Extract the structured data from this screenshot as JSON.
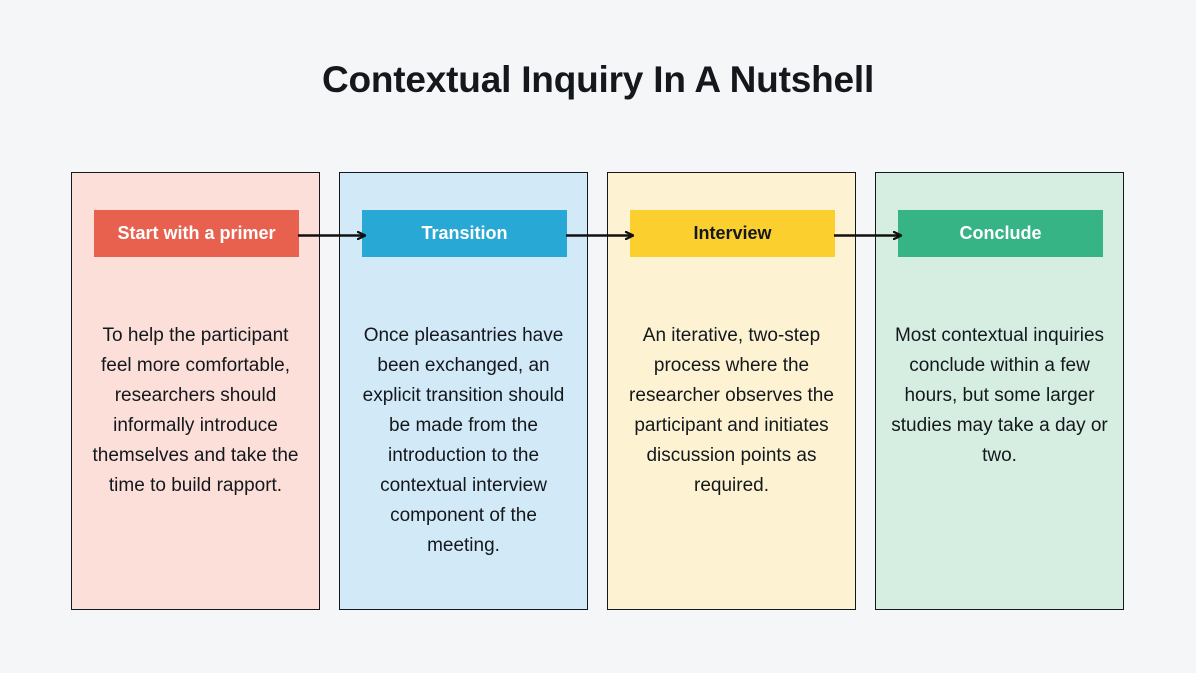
{
  "title": "Contextual Inquiry In A Nutshell",
  "colors": {
    "background": "#f5f6f8",
    "border": "#15181c",
    "text": "#14181d",
    "arrow": "#111111"
  },
  "stages": [
    {
      "label": "Start with a primer",
      "body": "To help the participant feel more comfortable, researchers should informally introduce themselves and take the time to build rapport.",
      "panel_color": "#fbdfd8",
      "badge_color": "#e8614f",
      "badge_text_color": "#ffffff"
    },
    {
      "label": "Transition",
      "body": "Once pleasantries have been exchanged, an explicit transition should be made from the introduction to the contextual interview component of the meeting.",
      "panel_color": "#d2eaf7",
      "badge_color": "#28a8d4",
      "badge_text_color": "#ffffff"
    },
    {
      "label": "Interview",
      "body": "An iterative, two-step process where the researcher observes the participant and initiates discussion points as required.",
      "panel_color": "#fdf3d2",
      "badge_color": "#fbd02e",
      "badge_text_color": "#14181d"
    },
    {
      "label": "Conclude",
      "body": "Most contextual inquiries conclude within a few hours, but some larger studies may take a day or two.",
      "panel_color": "#d6eee2",
      "badge_color": "#36b486",
      "badge_text_color": "#ffffff"
    }
  ],
  "connectors": [
    {
      "name": "arrow-primer-to-transition",
      "from": "Start with a primer",
      "to": "Transition"
    },
    {
      "name": "arrow-transition-to-interview",
      "from": "Transition",
      "to": "Interview"
    },
    {
      "name": "arrow-interview-to-conclude",
      "from": "Interview",
      "to": "Conclude"
    }
  ]
}
